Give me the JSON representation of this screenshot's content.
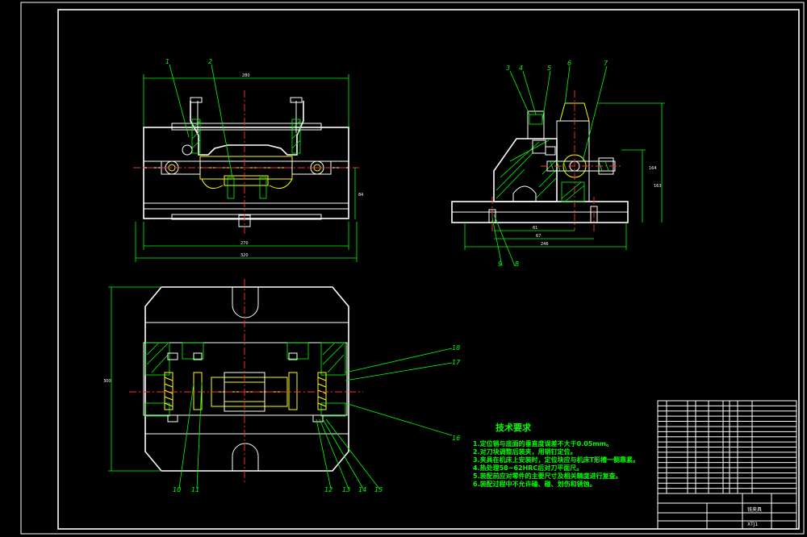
{
  "drawing": {
    "colors": {
      "background": "#000000",
      "outline": "#ffffff",
      "hidden": "#ffff00",
      "dimension": "#00ff00",
      "center_line": "#ff3030",
      "hatch": "#00ff00"
    },
    "front_view": {
      "callouts": [
        "1",
        "2"
      ],
      "dims": [
        "280",
        "320",
        "270",
        "84"
      ]
    },
    "side_view": {
      "callouts": [
        "3",
        "4",
        "5",
        "6",
        "7",
        "8",
        "9"
      ],
      "dims": [
        "61",
        "67",
        "246",
        "164",
        "163"
      ]
    },
    "bottom_view": {
      "callouts": [
        "10",
        "11",
        "12",
        "13",
        "14",
        "15",
        "16",
        "17",
        "18"
      ],
      "dims": [
        "300"
      ]
    },
    "requirements": {
      "heading": "技术要求",
      "items": [
        "1.定位销与底面的垂直度误差不大于0.05mm。",
        "2.对刀块调整后装夹，用销钉定位。",
        "3.夹具在机床上安装时，定位块应与机床T形槽一侧靠紧。",
        "4.热处理58~62HRC后对刀平面尺。",
        "5.装配前应对零件的主要尺寸及相关精度进行复查。",
        "6.装配过程中不允许磕、碰、划伤和锈蚀。"
      ]
    },
    "title_block": {
      "name": "铣夹具",
      "code": "XTJ1"
    }
  }
}
